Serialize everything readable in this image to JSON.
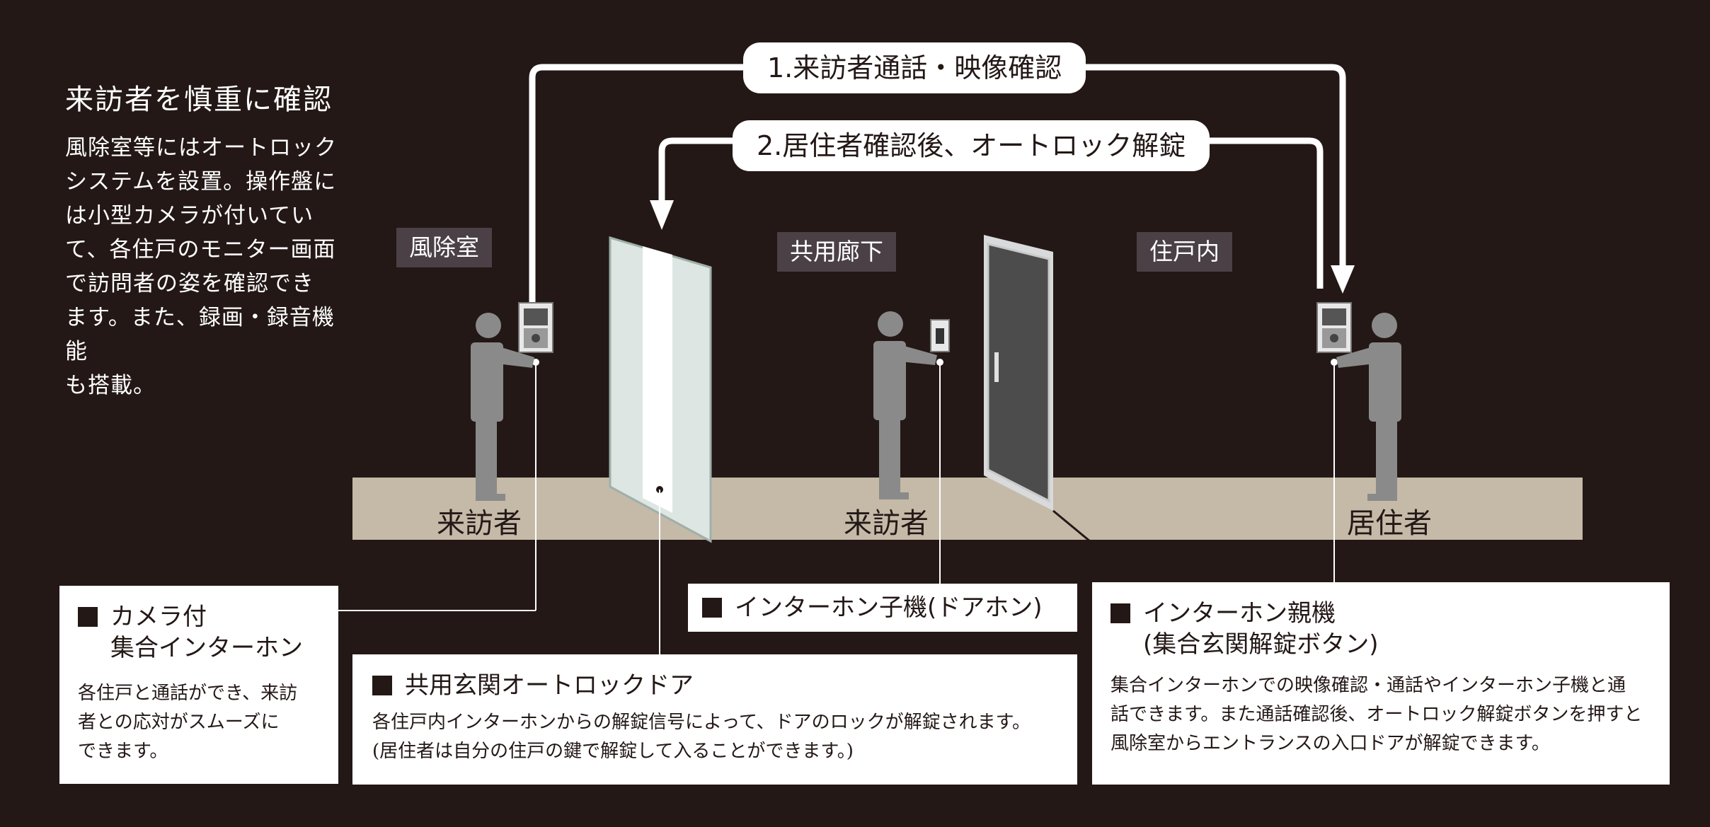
{
  "intro": {
    "title": "来訪者を慎重に確認",
    "body": "風除室等にはオートロック\nシステムを設置。操作盤に\nは小型カメラが付いてい\nて、各住戸のモニター画面\nで訪問者の姿を確認でき\nます。また、録画・録音機能\nも搭載。"
  },
  "steps": {
    "step1": "1.来訪者通話・映像確認",
    "step2": "2.居住者確認後、オートロック解錠"
  },
  "zones": {
    "windbreak": "風除室",
    "corridor": "共用廊下",
    "dwelling": "住戸内"
  },
  "figures": {
    "visitor1": "来訪者",
    "visitor2": "来訪者",
    "resident": "居住者"
  },
  "cards": {
    "camera": {
      "title": "カメラ付\n集合インターホン",
      "body": "各住戸と通話ができ、来訪\n者との応対がスムーズに\nできます。"
    },
    "autolock": {
      "title": "共用玄関オートロックドア",
      "body": "各住戸内インターホンからの解錠信号によって、ドアのロックが解錠されます。\n(居住者は自分の住戸の鍵で解錠して入ることができます。)"
    },
    "doorphone": {
      "title": "インターホン子機(ドアホン)"
    },
    "master": {
      "title": "インターホン親機\n(集合玄関解錠ボタン)",
      "body": "集合インターホンでの映像確認・通話やインターホン子機と通\n話できます。また通話確認後、オートロック解錠ボタンを押すと\n風除室からエントランスの入口ドアが解錠できます。"
    }
  },
  "colors": {
    "background": "#231816",
    "floor": "#c5b9a8",
    "figure": "#8a8a8a",
    "zone_label_bg": "#4a4046",
    "glass_door": "#dde6e2",
    "dwelling_door": "#4c4c4c"
  }
}
